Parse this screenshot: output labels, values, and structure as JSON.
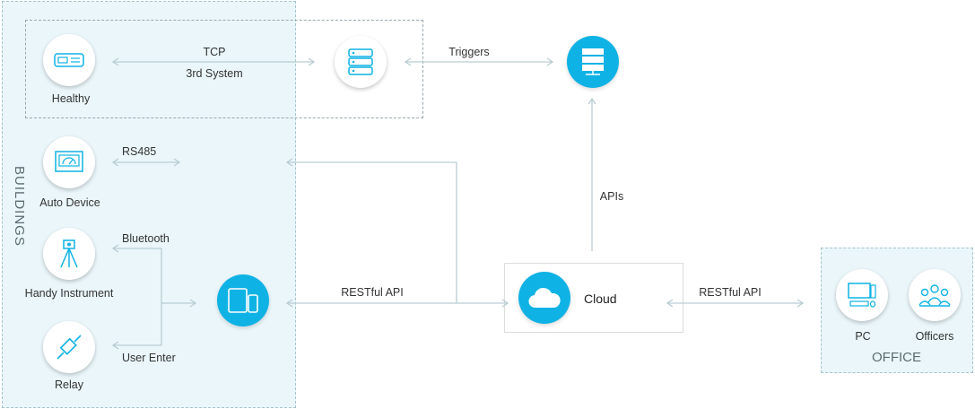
{
  "zones": {
    "buildings_label": "BUILDINGS",
    "office_label": "OFFICE"
  },
  "nodes": {
    "healthy": "Healthy",
    "auto_device": "Auto Device",
    "handy_instrument": "Handy Instrument",
    "relay": "Relay",
    "cloud": "Cloud",
    "pc": "PC",
    "officers": "Officers"
  },
  "edges": {
    "tcp": "TCP",
    "third_system": "3rd System",
    "triggers": "Triggers",
    "rs485": "RS485",
    "bluetooth": "Bluetooth",
    "user_enter": "User Enter",
    "restful_api_left": "RESTful API",
    "restful_api_right": "RESTful API",
    "apis": "APIs"
  },
  "colors": {
    "accent": "#0fb2e4",
    "zone_fill": "#eaf6fa",
    "line": "#b9cdd3"
  }
}
